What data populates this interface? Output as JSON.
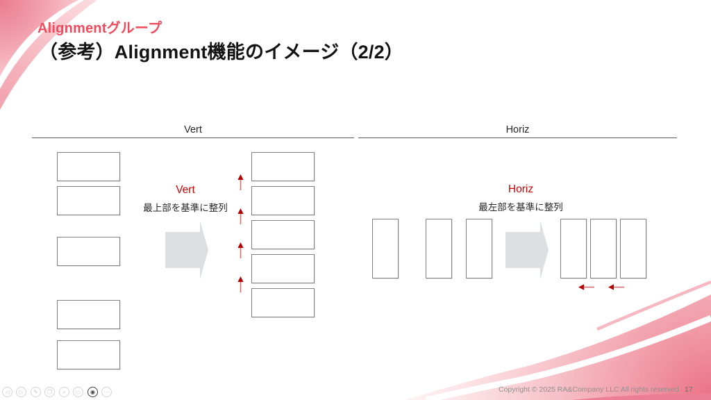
{
  "slide": {
    "subtitle": "Alignmentグループ",
    "title": "（参考）Alignment機能のイメージ（2/2）"
  },
  "sections": {
    "vert": {
      "header": "Vert",
      "label": "Vert",
      "caption": "最上部を基準に整列"
    },
    "horiz": {
      "header": "Horiz",
      "label": "Horiz",
      "caption": "最左部を基準に整列"
    }
  },
  "footer": {
    "copyright": "Copyright © 2025 RA&Company LLC All rights reserved.",
    "page_number": "17",
    "icons": [
      {
        "name": "previous",
        "glyph": "◁"
      },
      {
        "name": "next",
        "glyph": "▷"
      },
      {
        "name": "pen",
        "glyph": "✎"
      },
      {
        "name": "copy",
        "glyph": "❐"
      },
      {
        "name": "search",
        "glyph": "⌕"
      },
      {
        "name": "card",
        "glyph": "▭"
      },
      {
        "name": "camera",
        "glyph": "◉"
      },
      {
        "name": "more",
        "glyph": "⋯"
      }
    ]
  },
  "colors": {
    "accent_red": "#c00000",
    "title_red": "#ee4c5c",
    "arrow_gray": "#dce0e2",
    "decoration_pink": "#f2a2ae"
  }
}
